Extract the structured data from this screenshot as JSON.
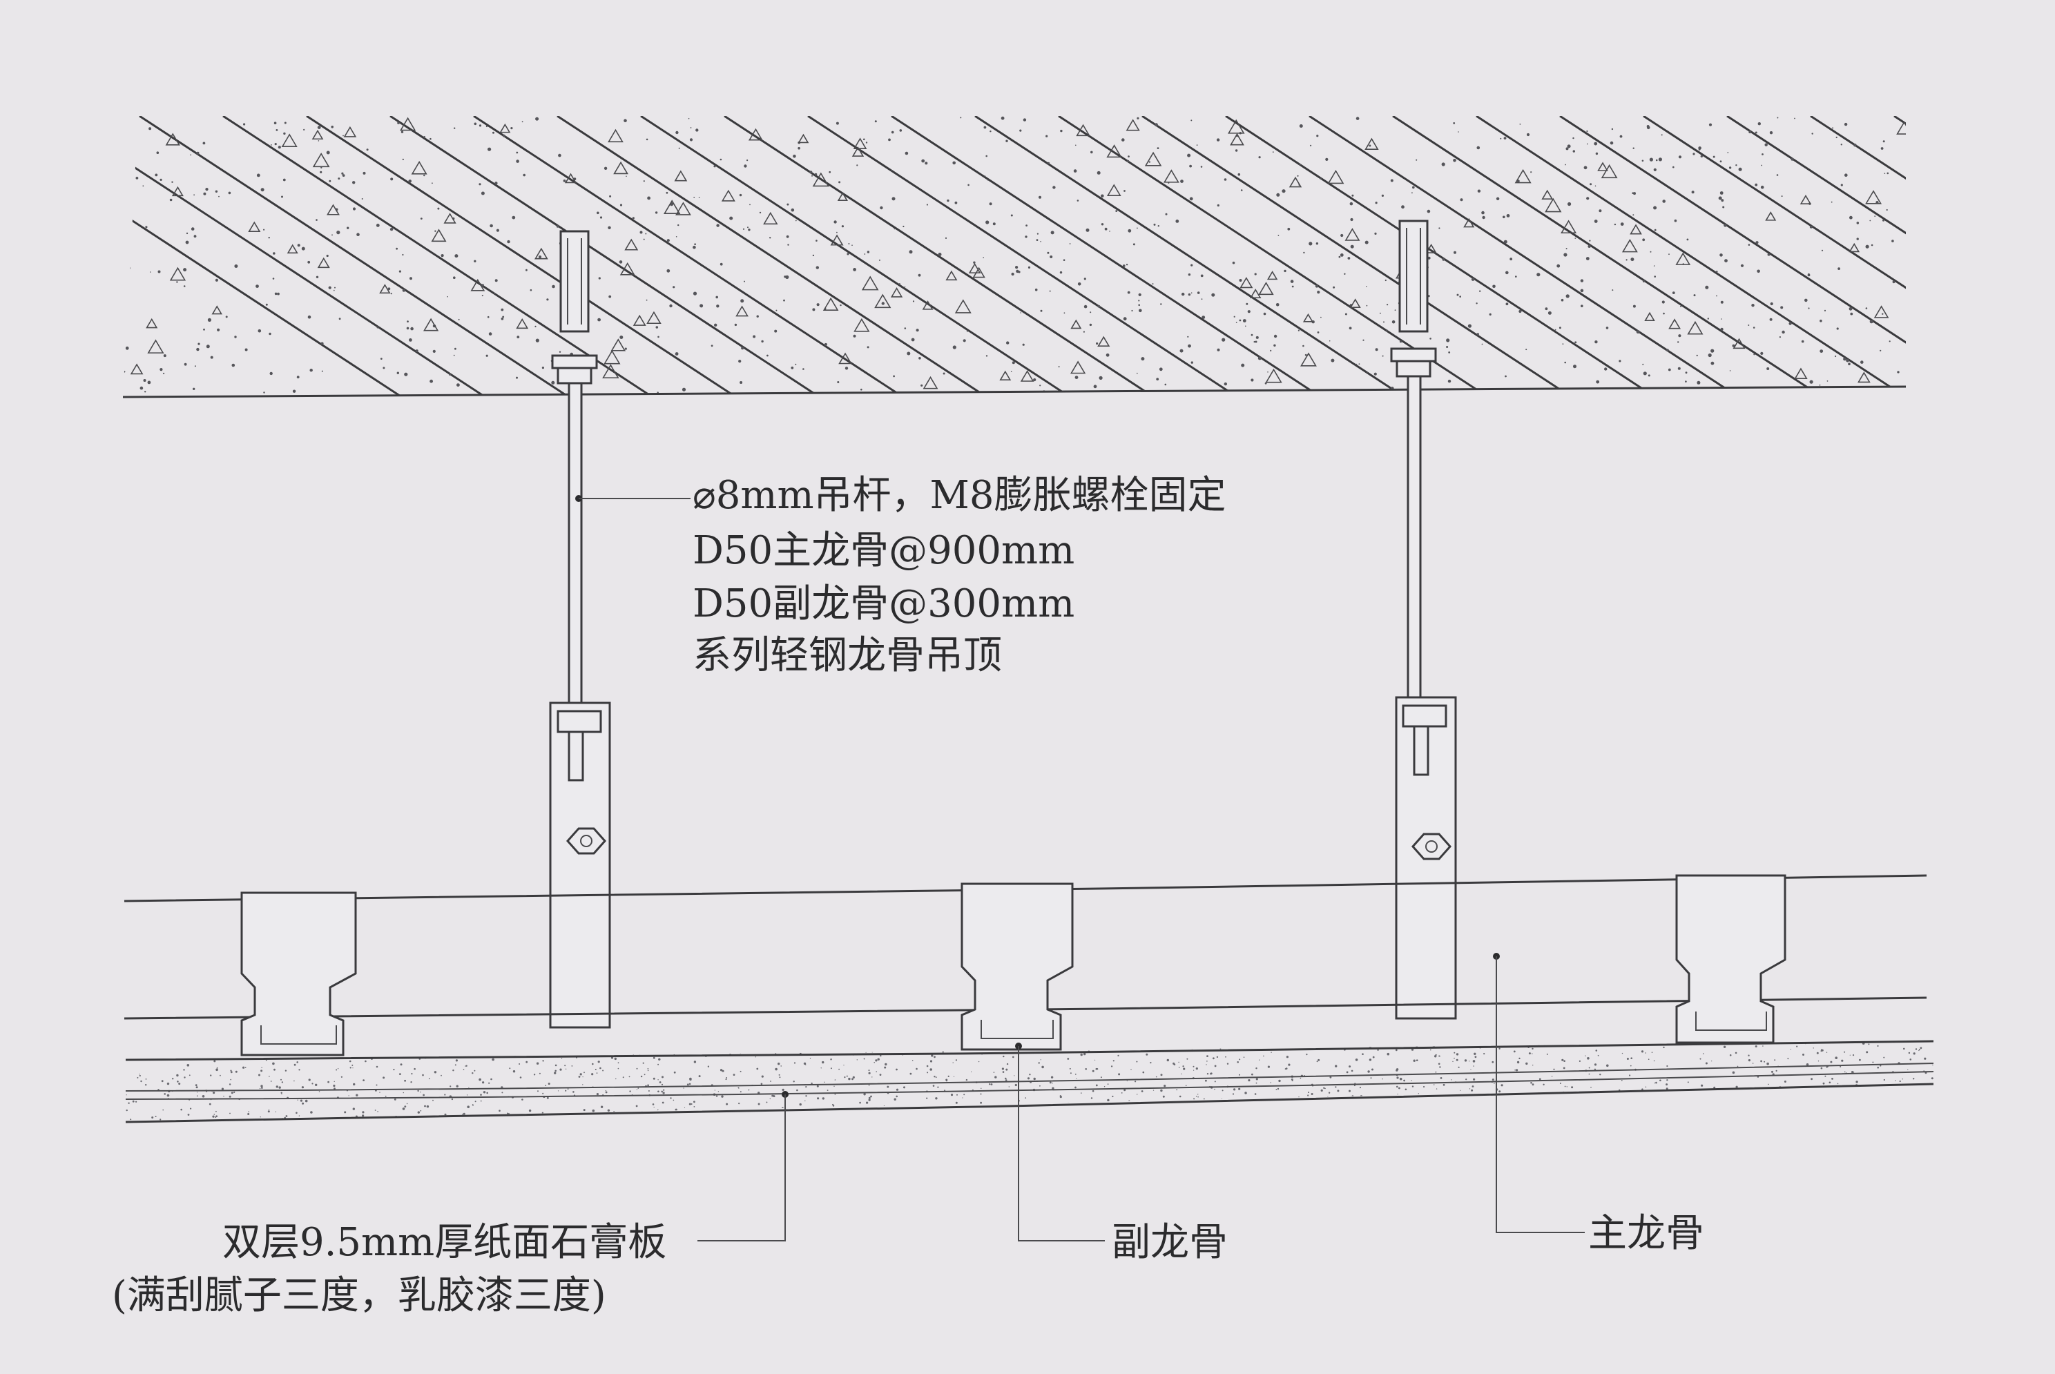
{
  "annotations": {
    "rod_line1": "⌀8mm吊杆，M8膨胀螺栓固定",
    "rod_line2": "D50主龙骨@900mm",
    "rod_line3": "D50副龙骨@300mm",
    "rod_line4": "系列轻钢龙骨吊顶",
    "board_line1": "双层9.5mm厚纸面石膏板",
    "board_line2": "(满刮腻子三度，乳胶漆三度)",
    "secondary_keel": "副龙骨",
    "main_keel": "主龙骨"
  },
  "colors": {
    "paper": "#e9e7ea",
    "ink": "#2b2b2d",
    "line": "#3a3a3d"
  }
}
